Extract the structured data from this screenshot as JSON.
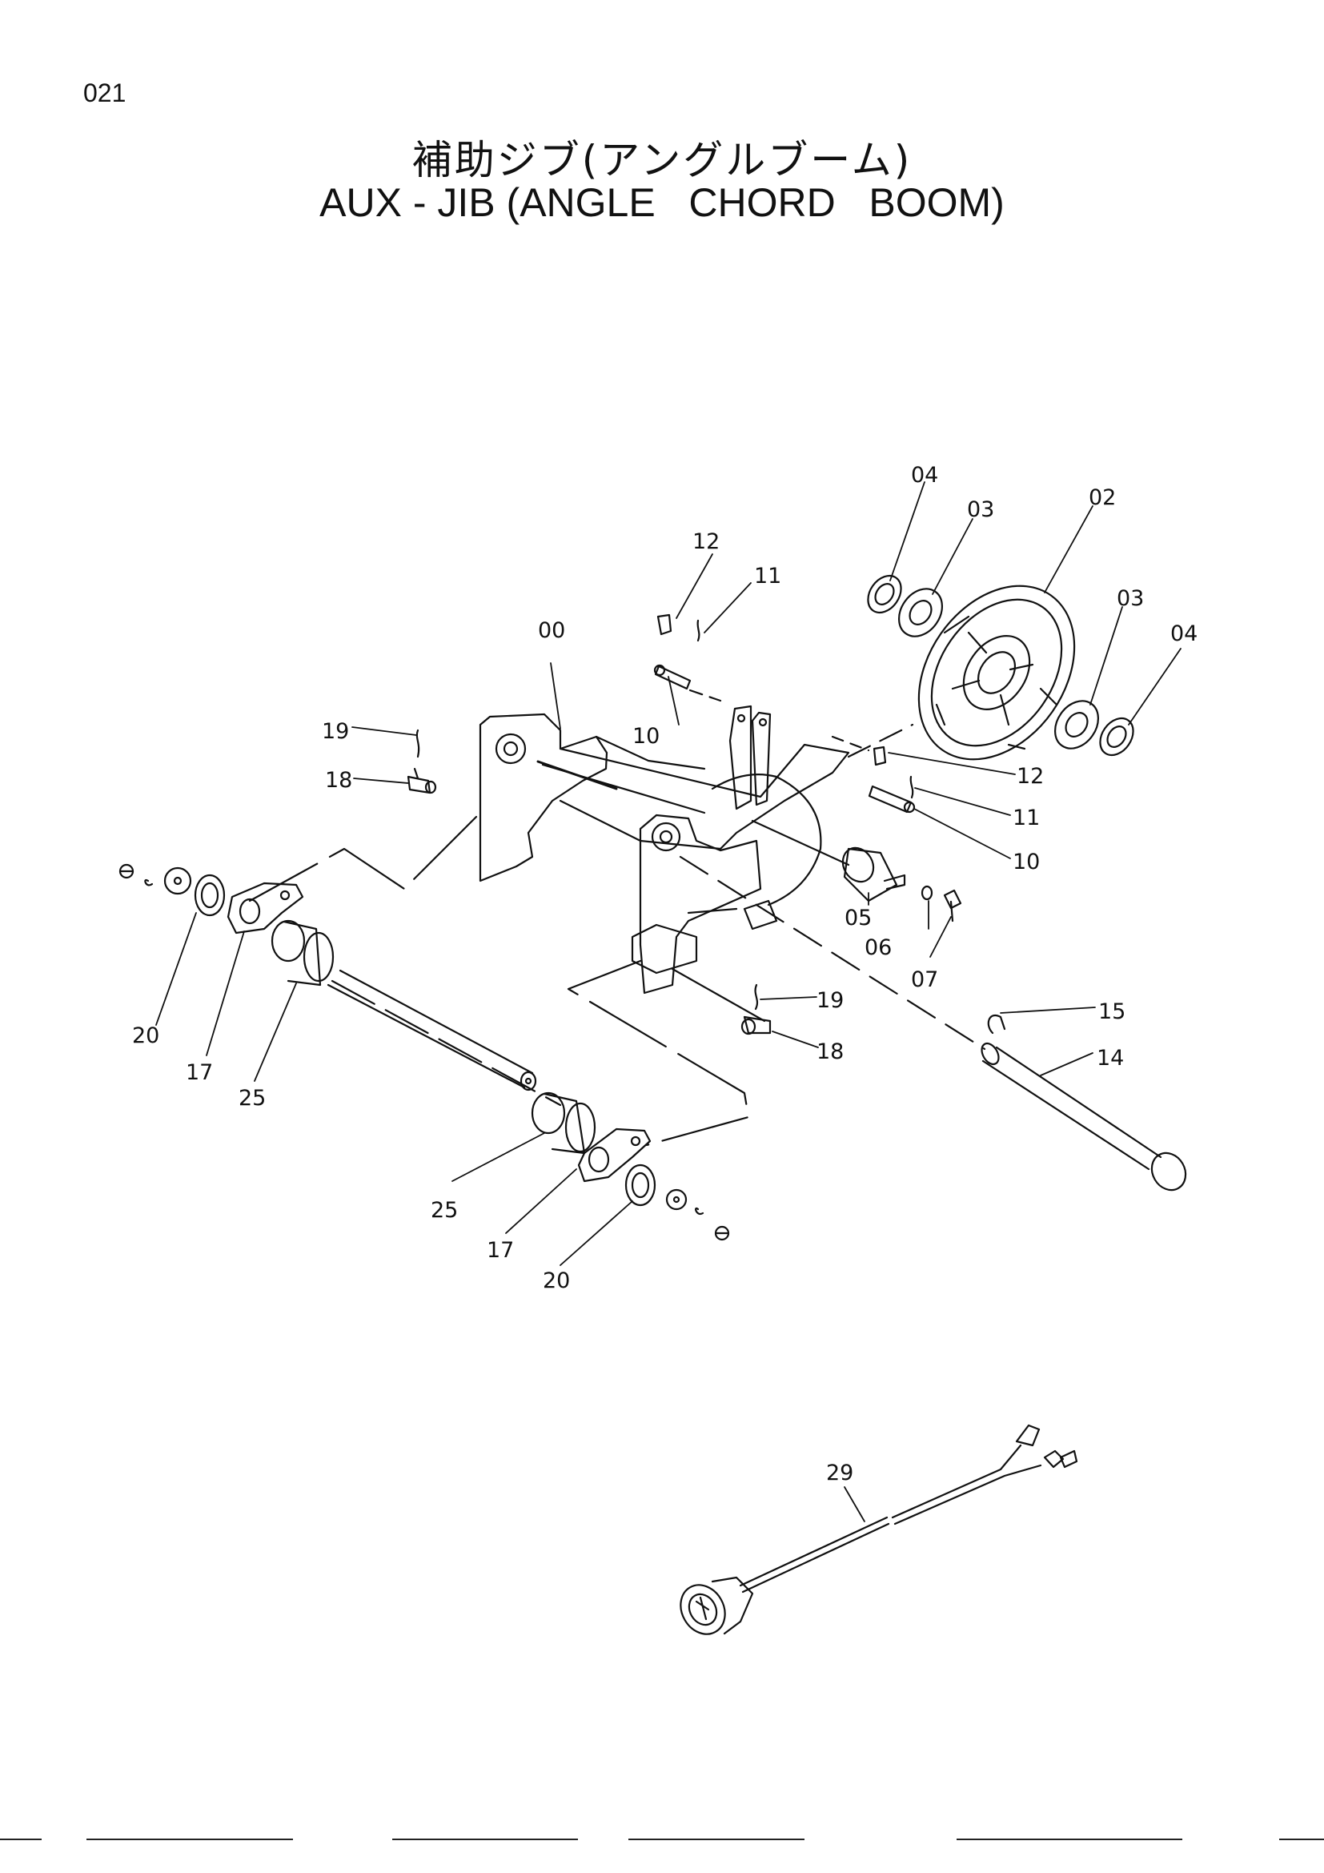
{
  "page": {
    "number": "021"
  },
  "title": {
    "japanese": "補助ジブ(アングルブーム)",
    "english": "AUX - JIB (ANGLE   CHORD   BOOM)"
  },
  "callouts": [
    {
      "id": "c00",
      "label": "00"
    },
    {
      "id": "c02",
      "label": "02"
    },
    {
      "id": "c03a",
      "label": "03"
    },
    {
      "id": "c03b",
      "label": "03"
    },
    {
      "id": "c04a",
      "label": "04"
    },
    {
      "id": "c04b",
      "label": "04"
    },
    {
      "id": "c05",
      "label": "05"
    },
    {
      "id": "c06",
      "label": "06"
    },
    {
      "id": "c07",
      "label": "07"
    },
    {
      "id": "c10a",
      "label": "10"
    },
    {
      "id": "c10b",
      "label": "10"
    },
    {
      "id": "c11a",
      "label": "11"
    },
    {
      "id": "c11b",
      "label": "11"
    },
    {
      "id": "c12a",
      "label": "12"
    },
    {
      "id": "c12b",
      "label": "12"
    },
    {
      "id": "c14",
      "label": "14"
    },
    {
      "id": "c15",
      "label": "15"
    },
    {
      "id": "c17a",
      "label": "17"
    },
    {
      "id": "c17b",
      "label": "17"
    },
    {
      "id": "c18a",
      "label": "18"
    },
    {
      "id": "c18b",
      "label": "18"
    },
    {
      "id": "c19a",
      "label": "19"
    },
    {
      "id": "c19b",
      "label": "19"
    },
    {
      "id": "c20a",
      "label": "20"
    },
    {
      "id": "c20b",
      "label": "20"
    },
    {
      "id": "c25a",
      "label": "25"
    },
    {
      "id": "c25b",
      "label": "25"
    },
    {
      "id": "c29",
      "label": "29"
    }
  ]
}
